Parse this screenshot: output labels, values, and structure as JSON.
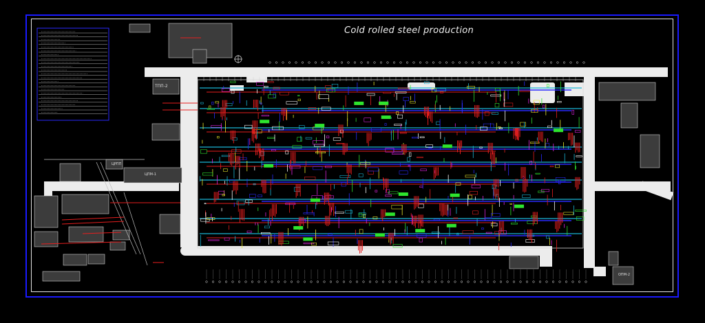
{
  "drawing": {
    "title": "Cold rolled steel production",
    "buildings": {
      "tpp2": "ТПП-2",
      "cpp": "ЦРПП",
      "cpm1": "ЦПМ-1",
      "opm2": "ОПМ-2"
    },
    "colors": {
      "frame": "#1a1aff",
      "background": "#000000",
      "road": "#ececec",
      "cyan": "#19b6d6",
      "red": "#e81e1e",
      "green": "#2ee52e",
      "magenta": "#e023e0",
      "yellow": "#e8e82a",
      "blue": "#2a2aff"
    }
  }
}
